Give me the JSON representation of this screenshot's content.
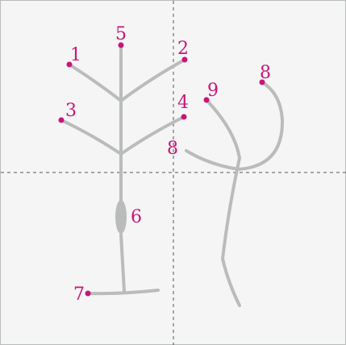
{
  "strokes": {
    "s1": "1",
    "s2": "2",
    "s3": "3",
    "s4": "4",
    "s5": "5",
    "s6": "6",
    "s7": "7",
    "s8a": "8",
    "s8b": "8",
    "s9": "9"
  },
  "colors": {
    "stroke": "#b9bcbb",
    "marker": "#c8157a",
    "guide": "#555555"
  }
}
